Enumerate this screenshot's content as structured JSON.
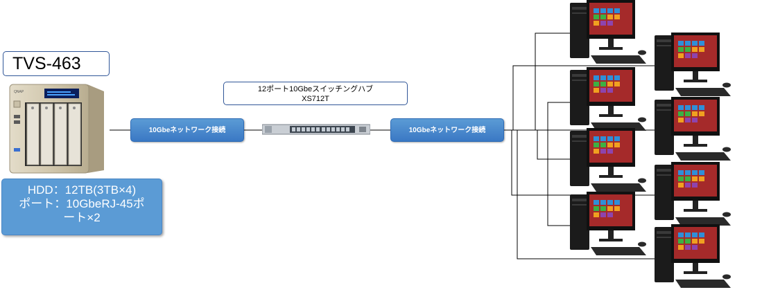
{
  "nas": {
    "title": "TVS-463",
    "brand": "QNAP",
    "specs": {
      "line1": "HDD：12TB(3TB×4)",
      "line2": "ポート：10GbeRJ-45ポ",
      "line3": "ート×2"
    }
  },
  "switch": {
    "name_line1": "12ポート10Gbeスイッチングハブ",
    "name_line2": "XS712T"
  },
  "connections": {
    "left_label": "10Gbeネットワーク接続",
    "right_label": "10Gbeネットワーク接続"
  },
  "client_count": 8,
  "colors": {
    "accent_blue": "#5b9bd5",
    "border_blue": "#2f5597",
    "wire": "#000000"
  }
}
